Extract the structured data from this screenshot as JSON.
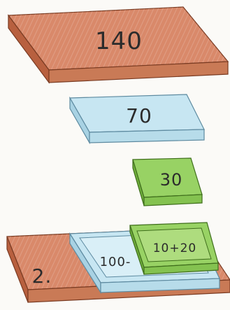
{
  "blocks": {
    "large": {
      "value": "140",
      "color": "#d9896a"
    },
    "medium": {
      "value": "70",
      "color": "#c7e6f2"
    },
    "small": {
      "value": "30",
      "color": "#98d264"
    }
  },
  "composite": {
    "step": "2.",
    "inner_expression": "100-",
    "innermost_expression": "10+20",
    "base_color": "#d9896a",
    "middle_color": "#c7e6f2",
    "top_color": "#98d264"
  }
}
